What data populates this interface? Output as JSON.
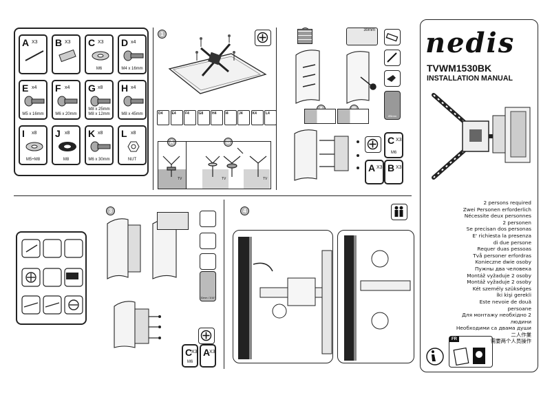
{
  "cover": {
    "brand": "nedis",
    "model": "TVWM1530BK",
    "subtitle": "INSTALLATION MANUAL",
    "languages": [
      "2 persons required",
      "Zwei Personen erforderlich",
      "Nécessite deux personnes",
      "2 personen",
      "Se precisan dos personas",
      "E' richiesta la presenza",
      "di due persone",
      "Requer duas pessoas",
      "Två personer erfordras",
      "Konieczne dwie osoby",
      "Пужны два человека",
      "Montáž vyžaduje 2 osoby",
      "Montáž vyžaduje 2 osoby",
      "Két személy szükséges",
      "İki kişi gerekli",
      "Este nevoie de două",
      "persoane",
      "Для монтажу необхідно 2",
      "людини",
      "Необходими са двама души",
      "二人作業",
      "需要两个人员操作"
    ],
    "badge_fr": "FR"
  },
  "parts": [
    {
      "letter": "A",
      "qty": "X3",
      "size": ""
    },
    {
      "letter": "B",
      "qty": "X3",
      "size": ""
    },
    {
      "letter": "C",
      "qty": "X3",
      "size": "M6"
    },
    {
      "letter": "D",
      "qty": "x4",
      "size": "M4 x 16mm"
    },
    {
      "letter": "E",
      "qty": "x4",
      "size": "M5 x 16mm"
    },
    {
      "letter": "F",
      "qty": "x4",
      "size": "M6 x 20mm"
    },
    {
      "letter": "G",
      "qty": "x8",
      "size": "M8 x 25mm\nM8 x 12mm"
    },
    {
      "letter": "H",
      "qty": "x4",
      "size": "M8 x 45mm"
    },
    {
      "letter": "I",
      "qty": "x8",
      "size": "M5+M8"
    },
    {
      "letter": "J",
      "qty": "x8",
      "size": "M8"
    },
    {
      "letter": "K",
      "qty": "x8",
      "size": "M6 x 30mm"
    },
    {
      "letter": "L",
      "qty": "x8",
      "size": "NUT"
    }
  ],
  "step1": {
    "number": "1",
    "minis": [
      {
        "label": "D4"
      },
      {
        "label": "E4"
      },
      {
        "label": "F4"
      },
      {
        "label": "G8"
      },
      {
        "label": "H4"
      },
      {
        "label": "I4"
      },
      {
        "label": "J4"
      },
      {
        "label": "K4"
      },
      {
        "label": "L4"
      }
    ],
    "sub_a": "A",
    "sub_b": "B",
    "tv_label_a": "TV",
    "tv_label_b": "TV",
    "tv_label_c": "TV"
  },
  "step2": {
    "number": "2",
    "drill_label": "30mm",
    "sub_a": "A",
    "sub_b": "B",
    "c_label": "C",
    "c_qty": "X3",
    "c_size": "M6",
    "a_label": "A",
    "a_qty": "X3",
    "b_label": "B",
    "b_qty": "X3",
    "wood_note": "Ø5mm"
  },
  "step3": {
    "number": "3",
    "drill_note": "30mm / 3/16\"",
    "c_label": "C",
    "c_qty": "X3",
    "c_size": "M6",
    "a_label": "A",
    "a_qty": "X3"
  },
  "step4": {
    "number": "4"
  }
}
